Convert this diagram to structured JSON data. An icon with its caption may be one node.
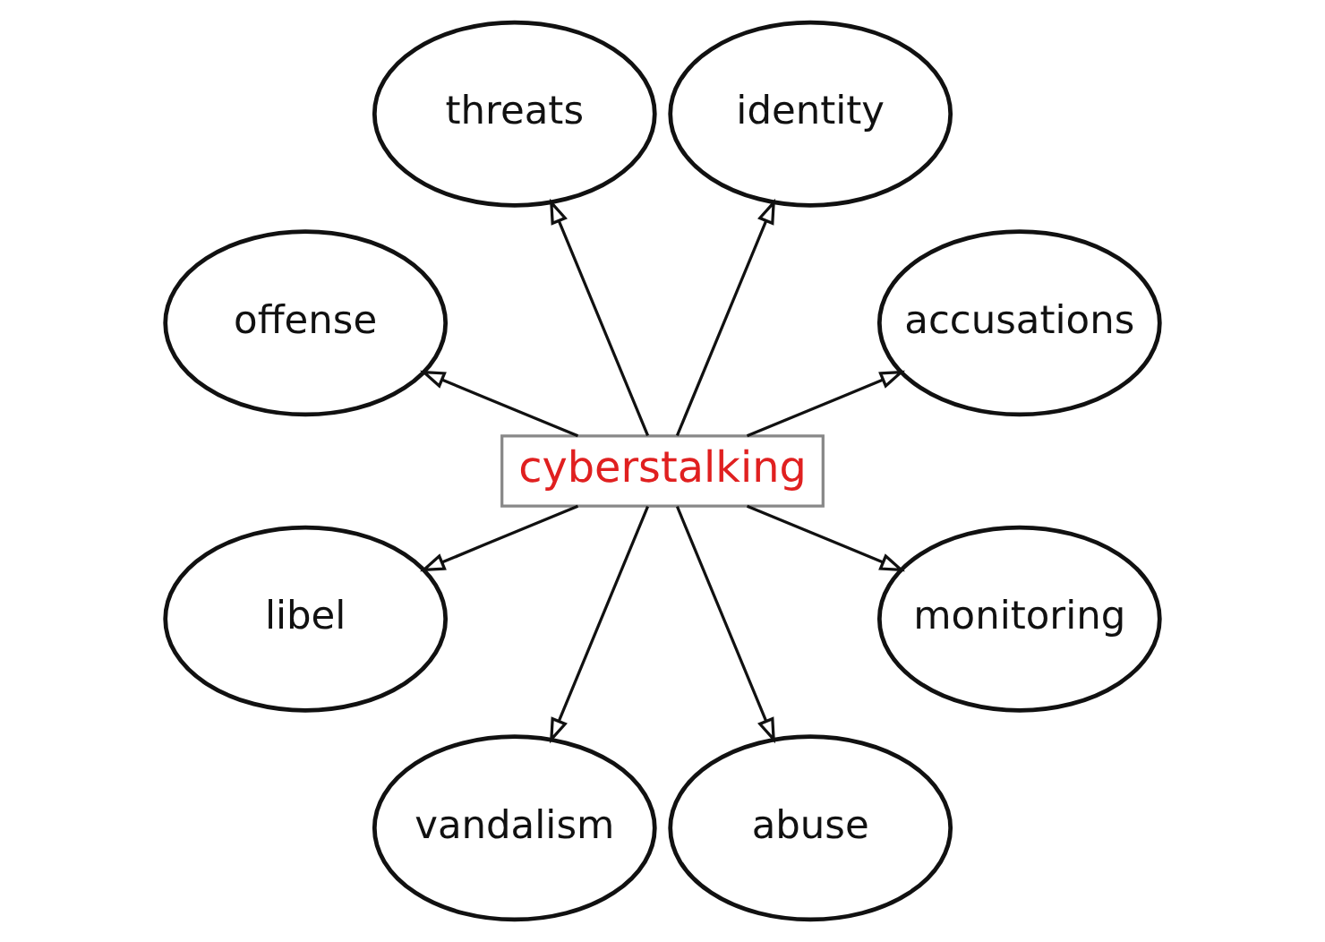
{
  "diagram": {
    "nodes": [
      {
        "text": [
          "cyberstalking"
        ]
      },
      {
        "text": [
          "accusations"
        ]
      },
      {
        "text": [
          "identity"
        ]
      },
      {
        "text": [
          "threats"
        ]
      },
      {
        "text": [
          "offense"
        ]
      },
      {
        "text": [
          "libel"
        ]
      },
      {
        "text": [
          "vandalism"
        ]
      },
      {
        "text": [
          "abuse"
        ]
      },
      {
        "text": [
          "monitoring"
        ]
      }
    ],
    "edges": [
      {
        "from": 0,
        "to": 1,
        "arrow": "to"
      },
      {
        "from": 0,
        "to": 2,
        "arrow": "to"
      },
      {
        "from": 0,
        "to": 3,
        "arrow": "to"
      },
      {
        "from": 0,
        "to": 4,
        "arrow": "to"
      },
      {
        "from": 0,
        "to": 5,
        "arrow": "to"
      },
      {
        "from": 0,
        "to": 6,
        "arrow": "to"
      },
      {
        "from": 0,
        "to": 7,
        "arrow": "to"
      },
      {
        "from": 0,
        "to": 8,
        "arrow": "to"
      }
    ]
  }
}
